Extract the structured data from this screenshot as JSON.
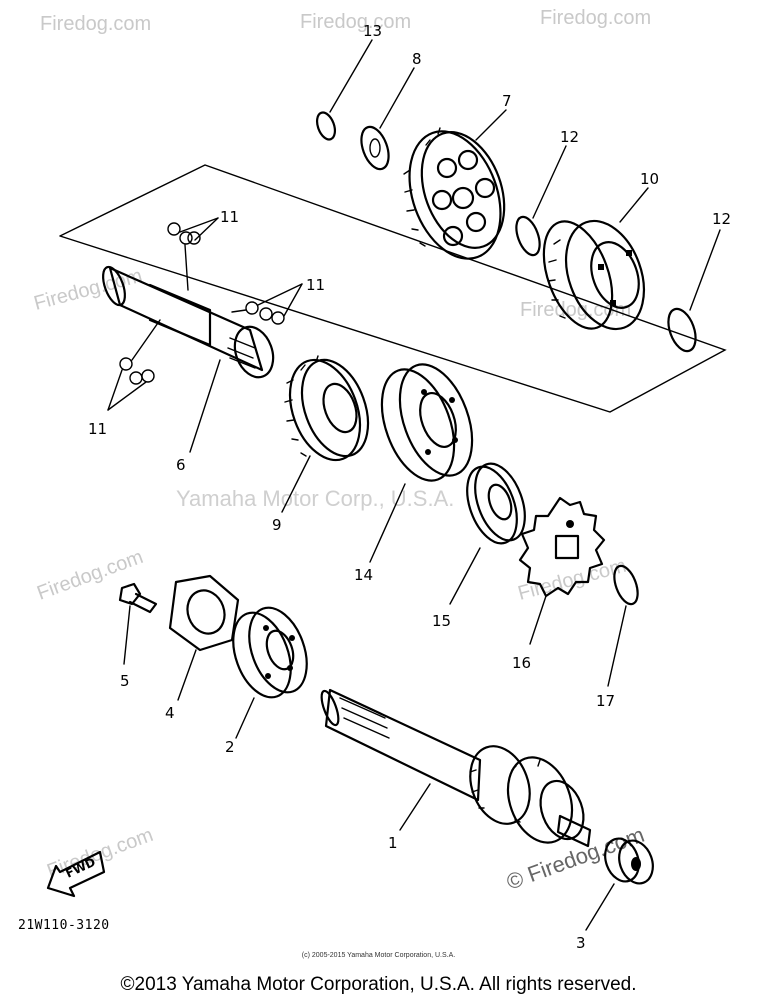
{
  "diagram": {
    "part_code": "21W110-3120",
    "fwd_label": "FWD",
    "watermarks": {
      "firedog": "Firedog.com",
      "firedog_large": "© Firedog.com",
      "yamaha": "Yamaha Motor Corp., U.S.A."
    },
    "callouts": {
      "c1": "1",
      "c2": "2",
      "c3": "3",
      "c4": "4",
      "c5": "5",
      "c6": "6",
      "c7": "7",
      "c8": "8",
      "c9": "9",
      "c10": "10",
      "c11a": "11",
      "c11b": "11",
      "c11c": "11",
      "c12a": "12",
      "c12b": "12",
      "c13": "13",
      "c14": "14",
      "c15": "15",
      "c16": "16",
      "c17": "17"
    }
  },
  "footer": {
    "small_copyright": "(c) 2005-2015 Yamaha Motor Corporation, U.S.A.",
    "copyright": "©2013 Yamaha Motor Corporation, U.S.A. All rights reserved."
  }
}
